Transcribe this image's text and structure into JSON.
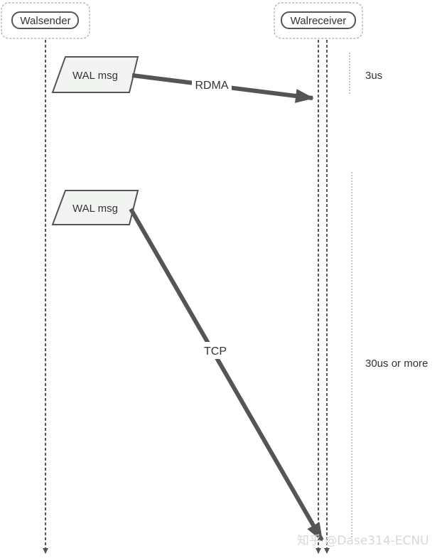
{
  "diagram": {
    "lifelines": [
      {
        "label": "Walsender"
      },
      {
        "label": "Walreceiver"
      }
    ],
    "messages": [
      {
        "box_label": "WAL msg",
        "arrow_label": "RDMA",
        "duration": "3us"
      },
      {
        "box_label": "WAL msg",
        "arrow_label": "TCP",
        "duration": "30us or more"
      }
    ],
    "watermark": "知乎 @Dase314-ECNU",
    "colors": {
      "line": "#555555",
      "box_fill": "#f2f4f2",
      "dotted": "#888888"
    }
  }
}
